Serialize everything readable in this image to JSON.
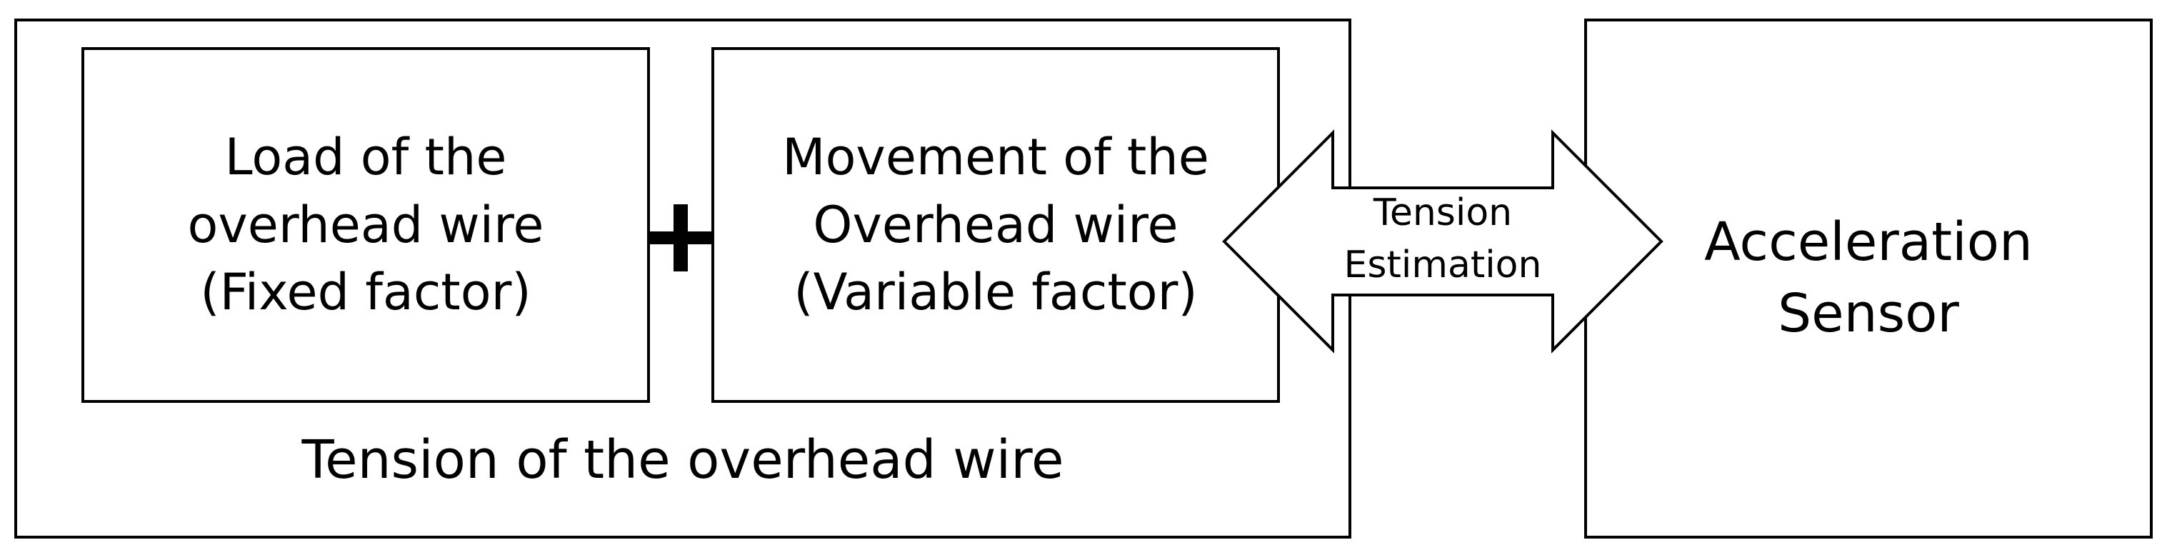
{
  "load_box": {
    "line1": "Load of the",
    "line2": "overhead wire",
    "line3": "(Fixed factor)"
  },
  "movement_box": {
    "line1": "Movement of the",
    "line2": "Overhead wire",
    "line3": "(Variable factor)"
  },
  "outer_caption": "Tension of the overhead wire",
  "arrow_label": {
    "line1": "Tension",
    "line2": "Estimation"
  },
  "sensor_box": {
    "line1": "Acceleration",
    "line2": "Sensor"
  },
  "connector_icon": "plus-icon",
  "arrow_icon": "double-arrow-icon",
  "colors": {
    "stroke": "#000000",
    "background": "#ffffff"
  }
}
